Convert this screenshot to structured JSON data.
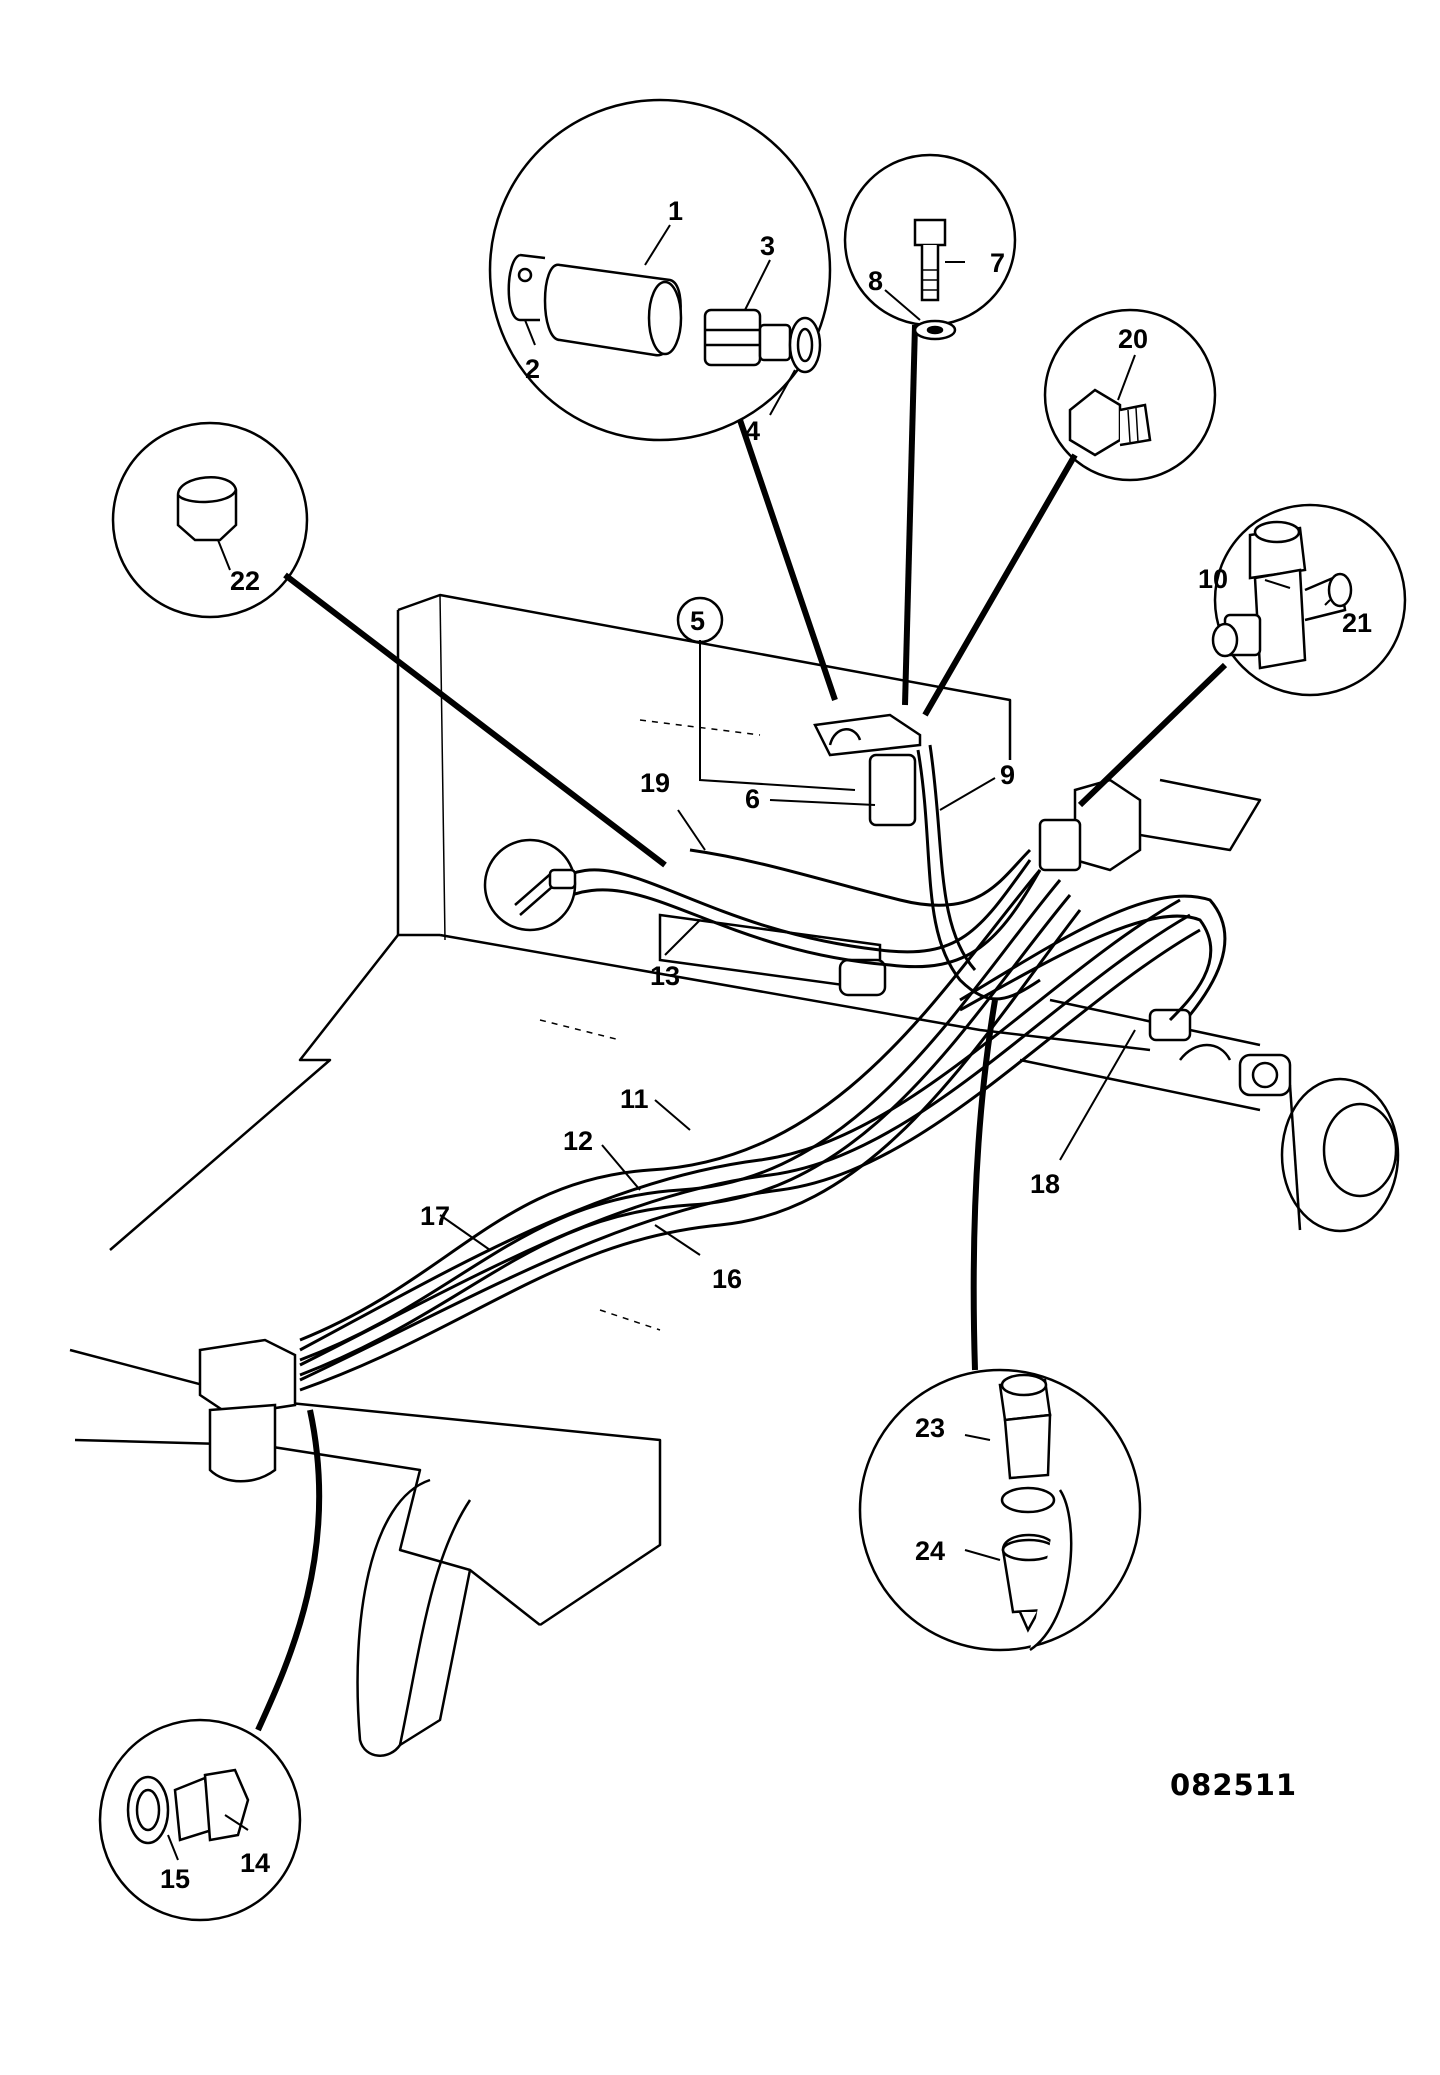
{
  "diagram": {
    "drawing_number": "082511",
    "callouts": [
      {
        "id": "c1",
        "text": "1"
      },
      {
        "id": "c2",
        "text": "2"
      },
      {
        "id": "c3",
        "text": "3"
      },
      {
        "id": "c4",
        "text": "4"
      },
      {
        "id": "c5",
        "text": "5"
      },
      {
        "id": "c6",
        "text": "6"
      },
      {
        "id": "c7",
        "text": "7"
      },
      {
        "id": "c8",
        "text": "8"
      },
      {
        "id": "c9",
        "text": "9"
      },
      {
        "id": "c10",
        "text": "10"
      },
      {
        "id": "c11",
        "text": "11"
      },
      {
        "id": "c12",
        "text": "12"
      },
      {
        "id": "c13",
        "text": "13"
      },
      {
        "id": "c14",
        "text": "14"
      },
      {
        "id": "c15",
        "text": "15"
      },
      {
        "id": "c16",
        "text": "16"
      },
      {
        "id": "c17",
        "text": "17"
      },
      {
        "id": "c18",
        "text": "18"
      },
      {
        "id": "c19",
        "text": "19"
      },
      {
        "id": "c20",
        "text": "20"
      },
      {
        "id": "c21",
        "text": "21"
      },
      {
        "id": "c22",
        "text": "22"
      },
      {
        "id": "c23",
        "text": "23"
      },
      {
        "id": "c24",
        "text": "24"
      }
    ]
  },
  "colors": {
    "line": "#000000",
    "background": "#ffffff"
  }
}
